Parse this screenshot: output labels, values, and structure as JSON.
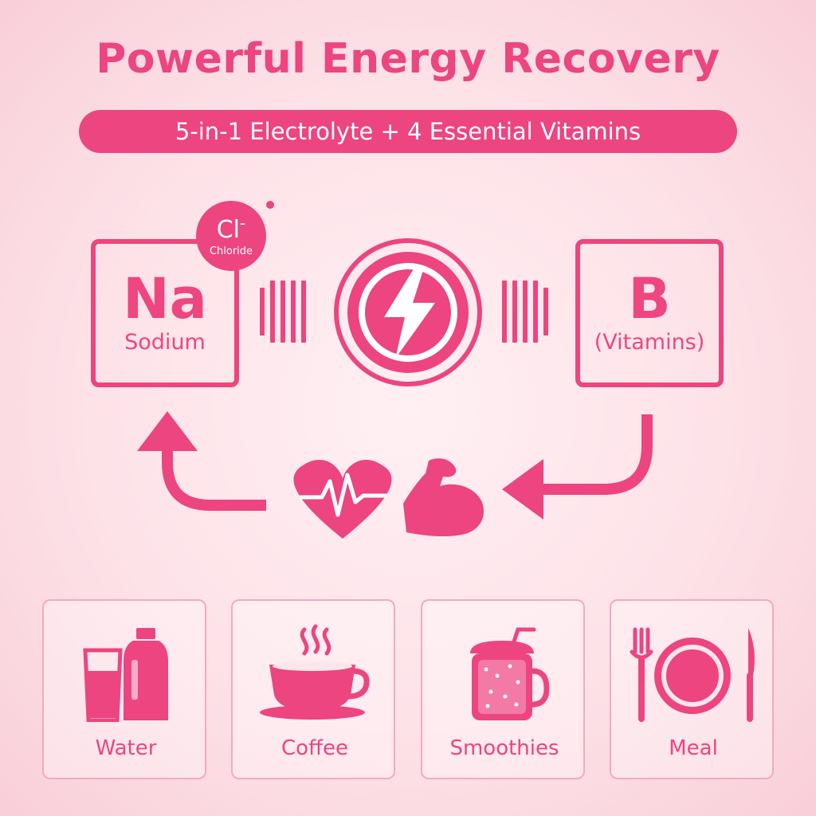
{
  "header": {
    "title": "Powerful Energy Recovery",
    "subtitle": "5-in-1 Electrolyte + 4 Essential Vitamins"
  },
  "elements": {
    "sodium": {
      "symbol": "Na",
      "name": "Sodium"
    },
    "chloride": {
      "symbol": "Cl",
      "charge": "-",
      "name": "Chloride"
    },
    "vitamin_b": {
      "symbol": "B",
      "name": "(Vitamins)"
    }
  },
  "cycle_icons": [
    "lightning-bolt-icon",
    "heart-pulse-icon",
    "flexed-bicep-icon"
  ],
  "cards": [
    {
      "label": "Water",
      "icon": "water-glass-bottle-icon"
    },
    {
      "label": "Coffee",
      "icon": "coffee-cup-icon"
    },
    {
      "label": "Smoothies",
      "icon": "smoothie-jar-icon"
    },
    {
      "label": "Meal",
      "icon": "plate-cutlery-icon"
    }
  ],
  "colors": {
    "accent": "#ec4580",
    "card_border": "#f4a9c0",
    "background": "#fde2e8"
  }
}
